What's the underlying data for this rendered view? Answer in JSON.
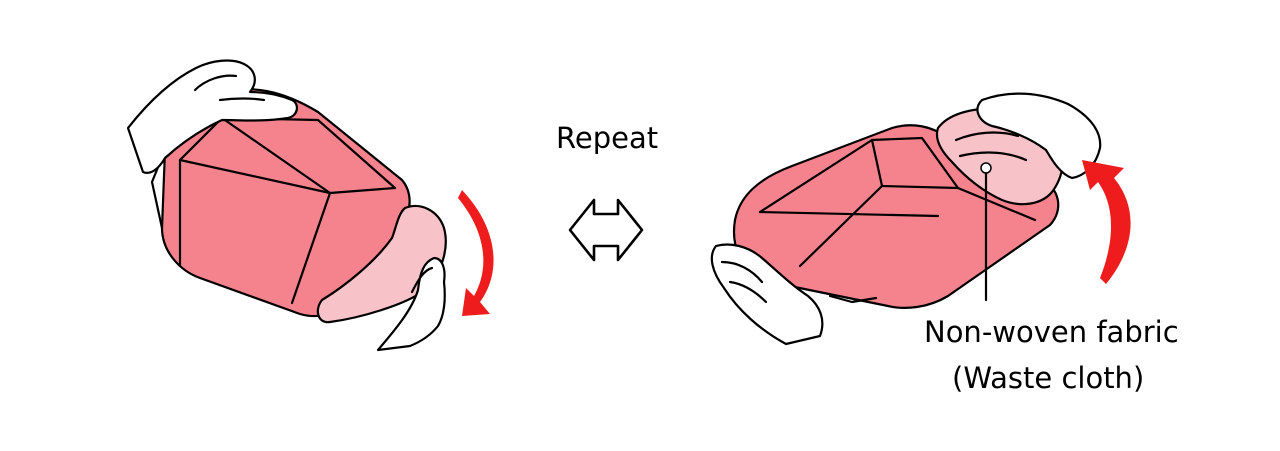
{
  "labels": {
    "repeat": "Repeat",
    "fabric_line1": "Non-woven fabric",
    "fabric_line2": "(Waste cloth)"
  },
  "icons": {
    "repeat_arrow": "double-headed-arrow-icon",
    "rotate_down": "curved-arrow-down-icon",
    "rotate_up": "curved-arrow-up-icon"
  },
  "colors": {
    "tray_fill": "#f4838e",
    "fabric_fill": "#f8c2c9",
    "rotation_arrow": "#ee1c1c",
    "outline": "#000000"
  }
}
